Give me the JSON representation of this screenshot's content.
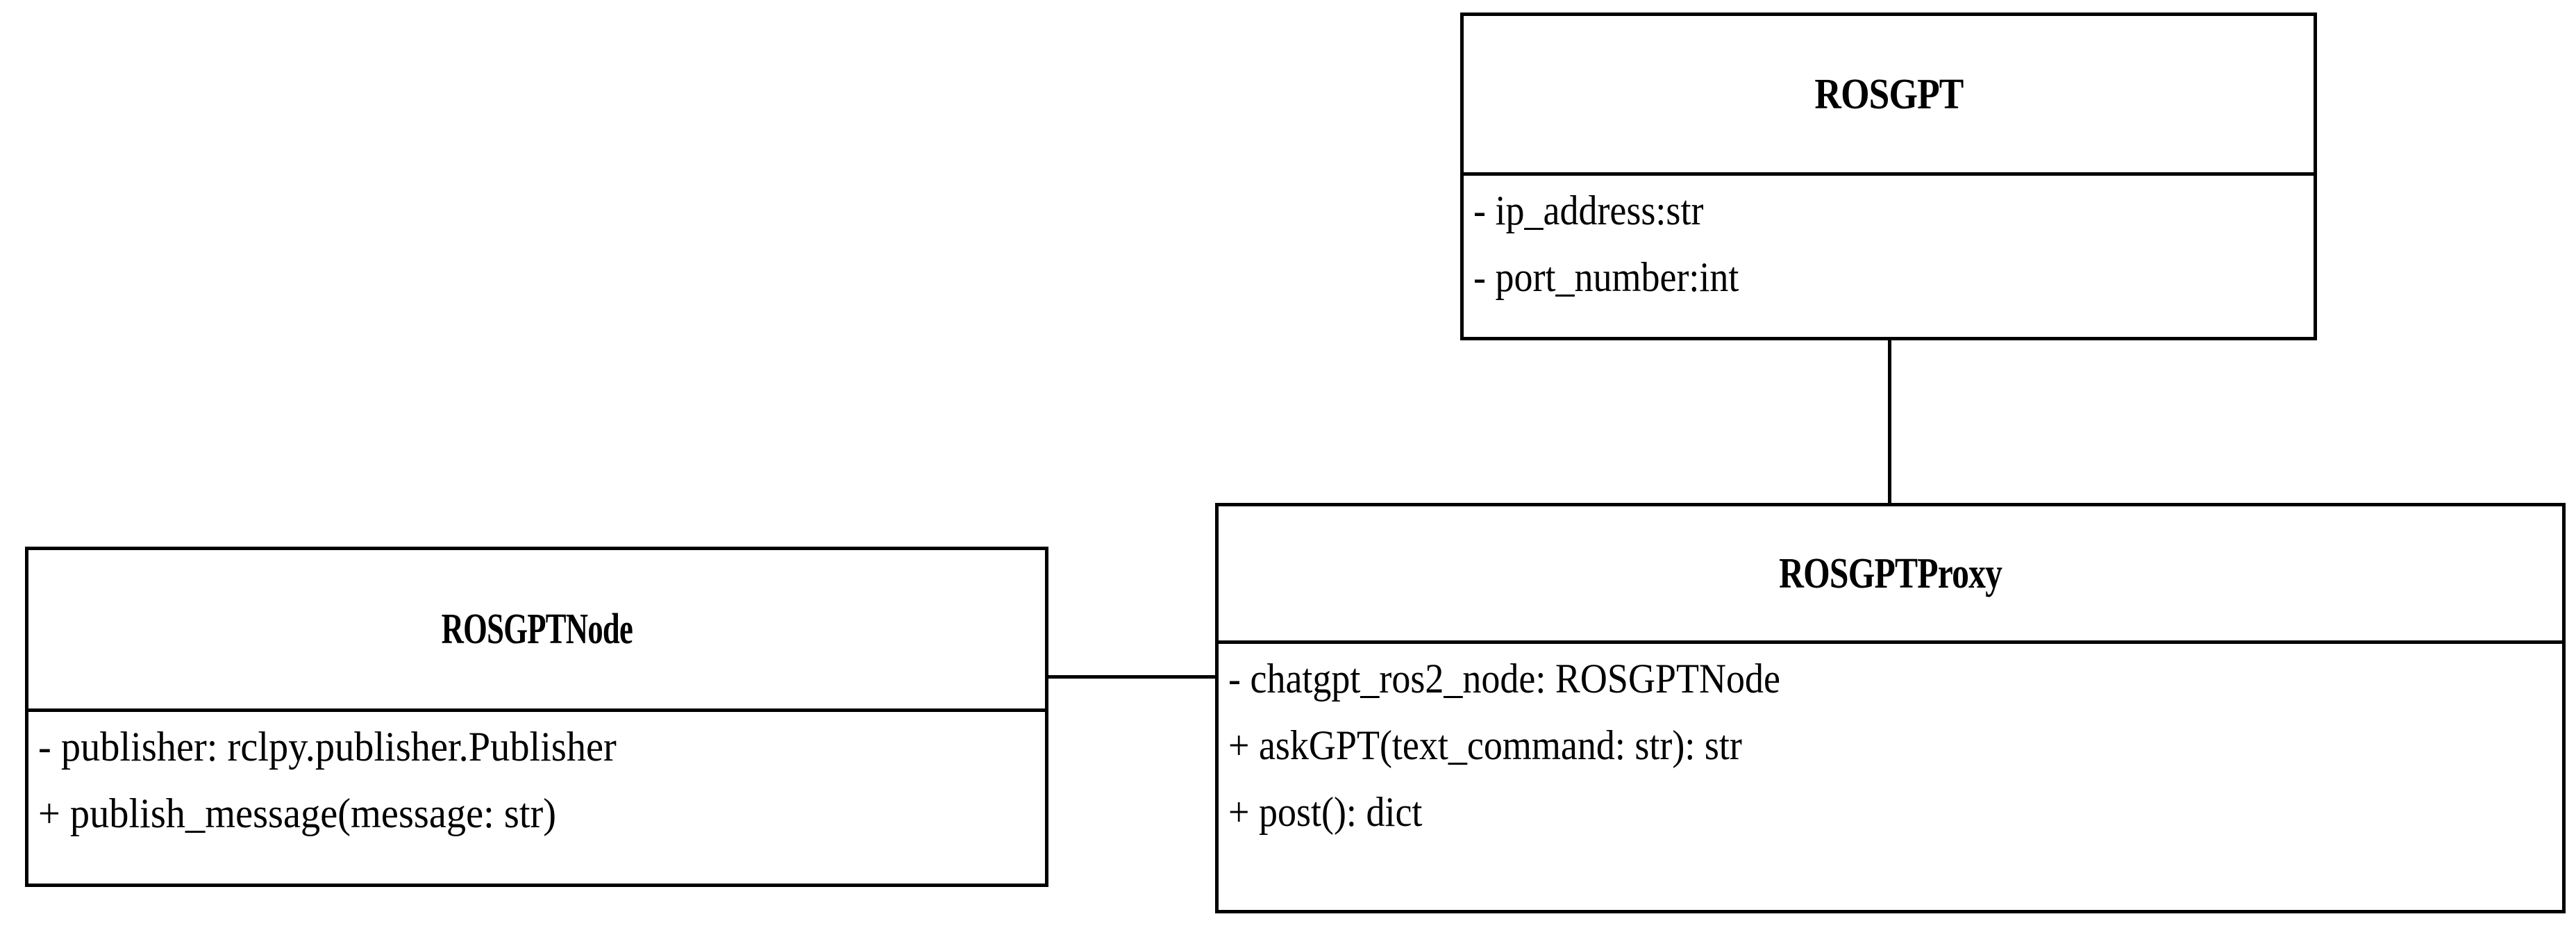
{
  "diagram": {
    "type": "uml-class-diagram",
    "background_color": "#ffffff",
    "line_color": "#000000",
    "text_color": "#000000"
  },
  "classes": [
    {
      "id": "ROSGPT",
      "name": "ROSGPT",
      "members": [
        "- ip_address:str",
        "- port_number:int"
      ]
    },
    {
      "id": "ROSGPTProxy",
      "name": "ROSGPTProxy",
      "members": [
        "- chatgpt_ros2_node: ROSGPTNode",
        "+ askGPT(text_command: str): str",
        "+ post(): dict"
      ]
    },
    {
      "id": "ROSGPTNode",
      "name": "ROSGPTNode",
      "members": [
        "- publisher: rclpy.publisher.Publisher",
        "+ publish_message(message: str)"
      ]
    }
  ],
  "associations": [
    {
      "id": "rosgpt-proxy",
      "from": "ROSGPT",
      "to": "ROSGPTProxy",
      "orientation": "vertical",
      "style": "solid"
    },
    {
      "id": "node-proxy",
      "from": "ROSGPTNode",
      "to": "ROSGPTProxy",
      "orientation": "horizontal",
      "style": "solid"
    }
  ]
}
